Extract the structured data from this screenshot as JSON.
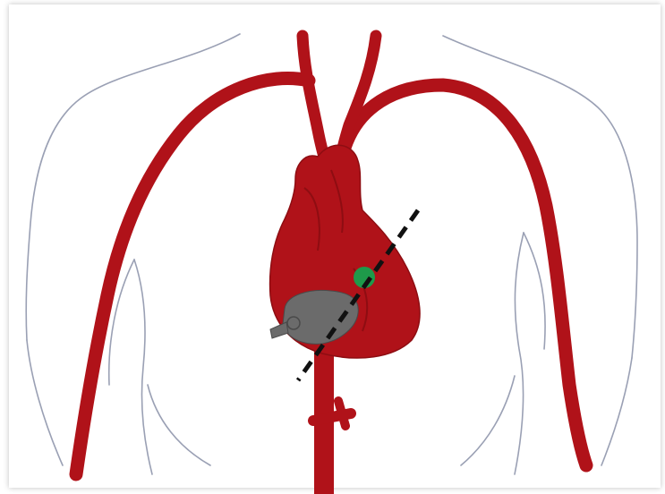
{
  "figure": {
    "colors": {
      "background": "#ffffff",
      "body_outline": "#9aa0b4",
      "vessel": "#b01219",
      "vessel_dark": "#8e0d12",
      "device": "#6b6b6b",
      "device_outline": "#4a4a4a",
      "marker": "#1e9a4a",
      "cut_line": "#111111"
    },
    "elements": [
      "torso-outline",
      "aorta",
      "carotid-arteries",
      "subclavian-arteries",
      "heart",
      "implanted-device",
      "marker-dot",
      "cut-line"
    ]
  }
}
